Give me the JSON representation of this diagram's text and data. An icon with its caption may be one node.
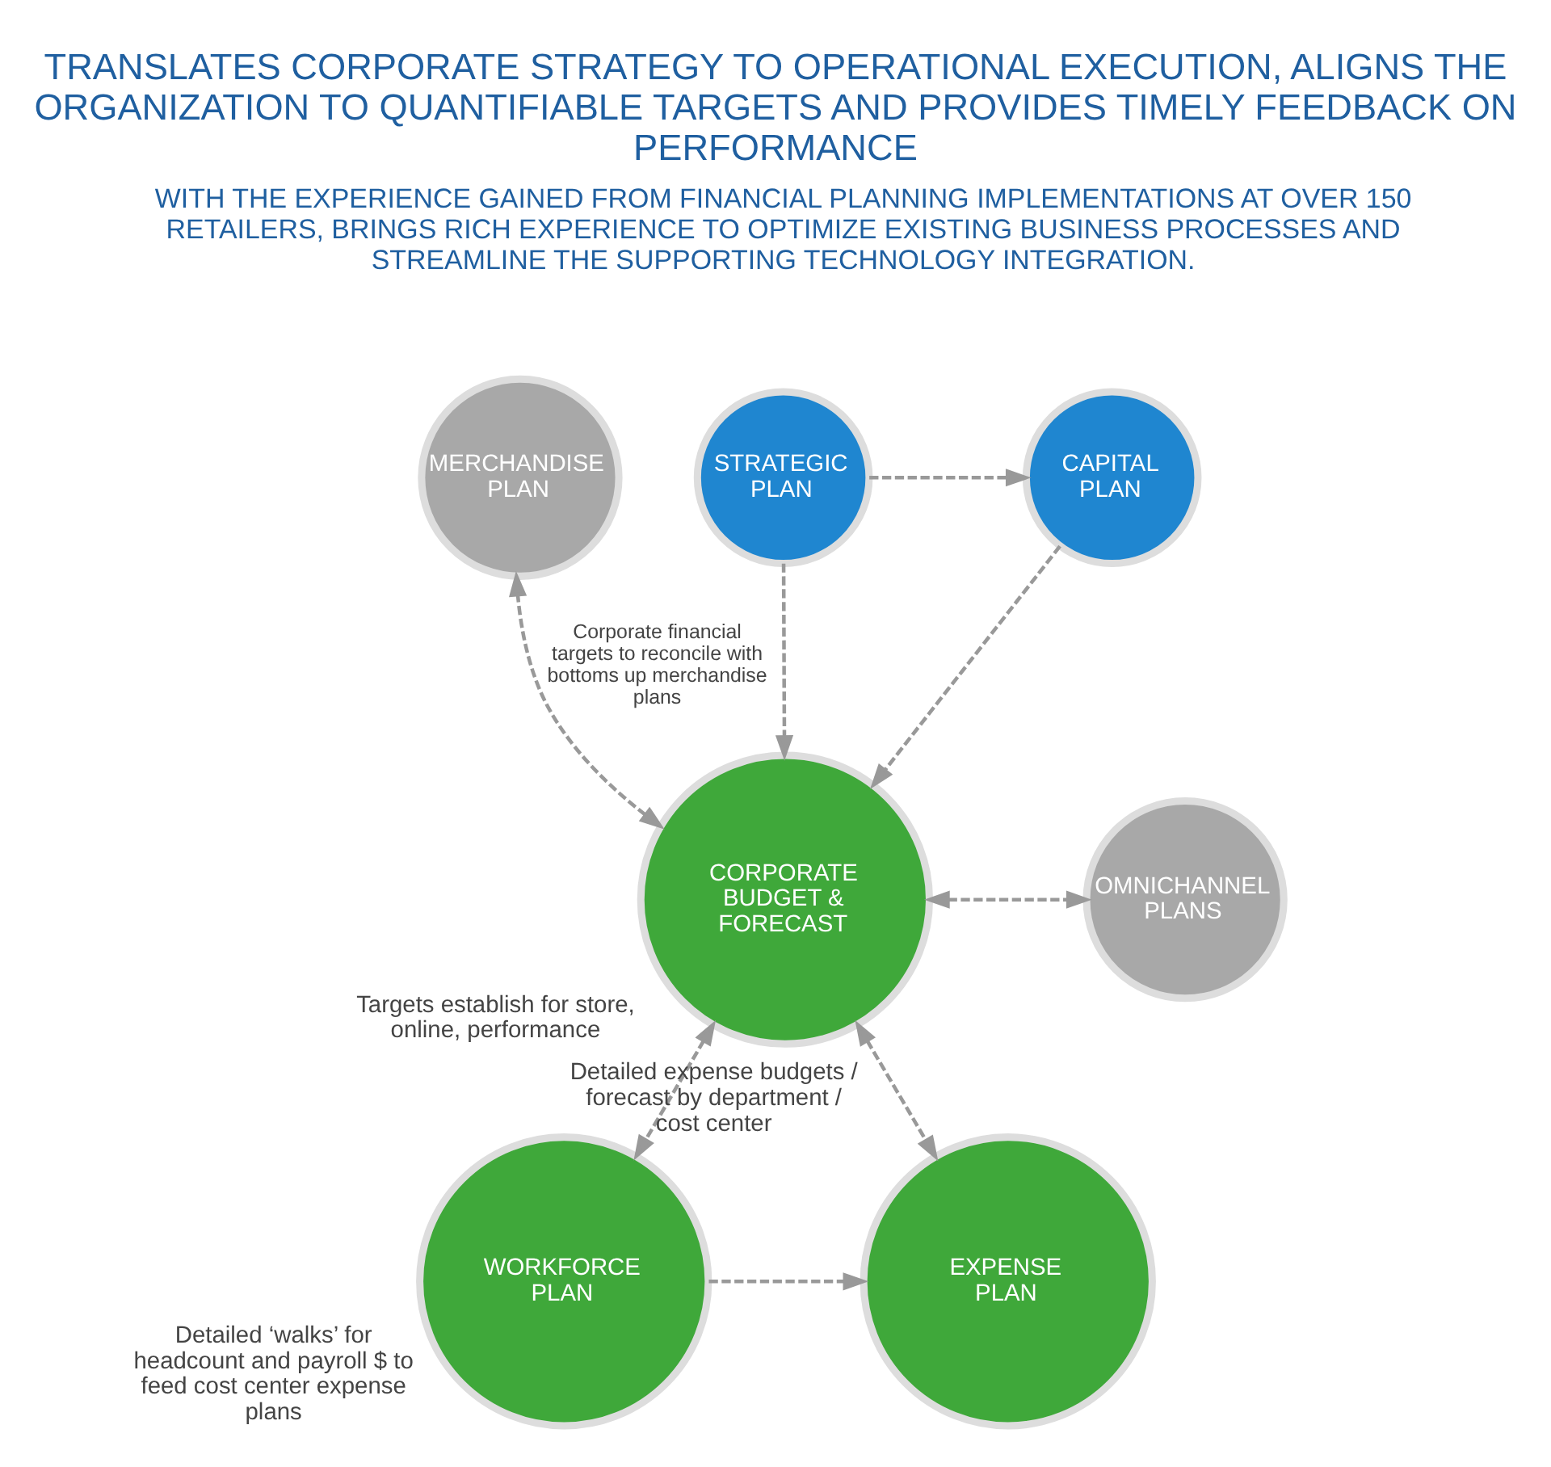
{
  "diagram": {
    "title": "TRANSLATES CORPORATE STRATEGY TO OPERATIONAL EXECUTION, ALIGNS THE ORGANIZATION TO QUANTIFIABLE TARGETS AND PROVIDES TIMELY FEEDBACK ON PERFORMANCE",
    "nodes": [
      {
        "text": [
          "STRATEGIC PLAN"
        ]
      },
      {
        "text": [
          "CAPITAL PLAN"
        ]
      },
      {
        "text": [
          "MERCHANDISE PLAN"
        ]
      },
      {
        "text": [
          "OMNICHANNEL PLANS"
        ]
      },
      {
        "text": [
          "CORPORATE BUDGET & FORECAST"
        ],
        "beside": [
          "Targets establish for store, online, performance"
        ]
      },
      {
        "text": [
          "WORKFORCE PLAN"
        ],
        "beside": [
          "Detailed ‘walks’ for headcount and payroll $ to feed cost center expense plans"
        ]
      },
      {
        "text": [
          "EXPENSE PLAN"
        ],
        "beside": [
          "Detailed expense budgets / forecast by department / cost center"
        ]
      }
    ],
    "edges": [
      {
        "from": 0,
        "to": 1,
        "arrow": "to",
        "style": "dashed"
      },
      {
        "from": 0,
        "to": 4,
        "arrow": "to",
        "style": "dashed"
      },
      {
        "from": 1,
        "to": 4,
        "arrow": "to",
        "style": "dashed"
      },
      {
        "from": 4,
        "to": 2,
        "arrow": "both",
        "style": "dashed",
        "label": "Corporate financial targets to reconcile with bottoms up merchandise plans"
      },
      {
        "from": 4,
        "to": 3,
        "arrow": "both",
        "style": "dashed"
      },
      {
        "from": 4,
        "to": 5,
        "arrow": "both",
        "style": "dashed"
      },
      {
        "from": 4,
        "to": 6,
        "arrow": "both",
        "style": "dashed"
      },
      {
        "from": 5,
        "to": 6,
        "arrow": "to",
        "style": "dashed"
      }
    ],
    "labels": [
      "WITH THE EXPERIENCE GAINED FROM FINANCIAL PLANNING IMPLEMENTATIONS AT OVER 150 RETAILERS, BRINGS RICH EXPERIENCE TO OPTIMIZE EXISTING BUSINESS PROCESSES AND STREAMLINE THE SUPPORTING TECHNOLOGY INTEGRATION."
    ]
  }
}
